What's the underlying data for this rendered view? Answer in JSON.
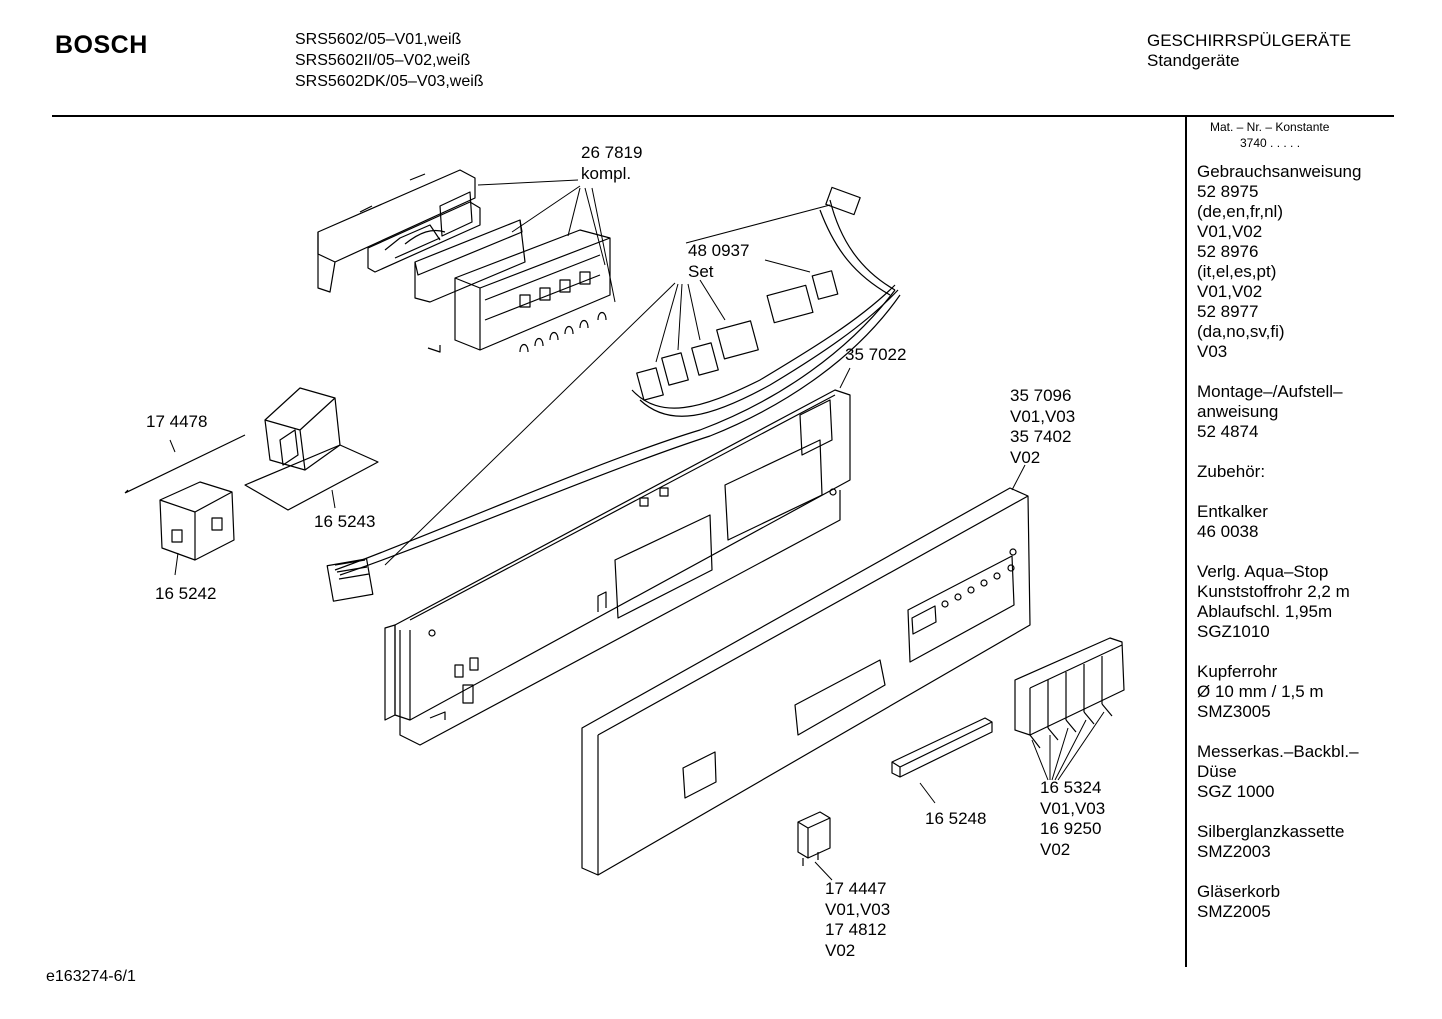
{
  "header": {
    "brand": "BOSCH",
    "models": [
      "SRS5602/05–V01,weiß",
      "SRS5602II/05–V02,weiß",
      "SRS5602DK/05–V03,weiß"
    ],
    "category": "GESCHIRRSPÜLGERÄTE",
    "subcategory": "Standgeräte"
  },
  "sidebar": {
    "mat_label": "Mat. – Nr. – Konstante",
    "mat_value": "3740 .  .  .  .  .",
    "blocks": [
      [
        "Gebrauchsanweisung",
        "52 8975",
        "(de,en,fr,nl)",
        "V01,V02",
        "52 8976",
        "(it,el,es,pt)",
        "V01,V02",
        "52 8977",
        "(da,no,sv,fi)",
        "V03"
      ],
      [
        "Montage–/Aufstell–",
        "anweisung",
        "52 4874"
      ],
      [
        "Zubehör:"
      ],
      [
        "Entkalker",
        "46 0038"
      ],
      [
        "Verlg. Aqua–Stop",
        "Kunststoffrohr 2,2 m",
        "Ablaufschl. 1,95m",
        "SGZ1010"
      ],
      [
        "Kupferrohr",
        "Ø 10 mm / 1,5 m",
        "SMZ3005"
      ],
      [
        "Messerkas.–Backbl.–",
        "Düse",
        "SGZ 1000"
      ],
      [
        "Silberglanzkassette",
        "SMZ2003"
      ],
      [
        "Gläserkorb",
        "SMZ2005"
      ]
    ]
  },
  "parts": {
    "p267819": [
      "26 7819",
      "kompl."
    ],
    "p480937": [
      "48 0937",
      "Set"
    ],
    "p357022": [
      "35 7022"
    ],
    "p357096": [
      "35 7096",
      "V01,V03",
      "35 7402",
      "V02"
    ],
    "p174478": [
      "17 4478"
    ],
    "p165243": [
      "16 5243"
    ],
    "p165242": [
      "16 5242"
    ],
    "p165324": [
      "16 5324",
      "V01,V03",
      "16 9250",
      "V02"
    ],
    "p165248": [
      "16 5248"
    ],
    "p174447": [
      "17 4447",
      "V01,V03",
      "17 4812",
      "V02"
    ]
  },
  "footer": {
    "doc_id": "e163274-6/1"
  }
}
